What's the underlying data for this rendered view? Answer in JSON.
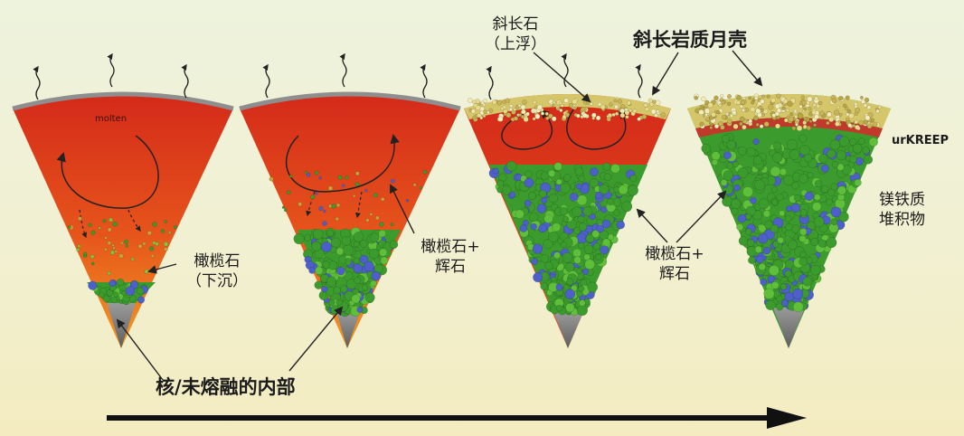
{
  "labels": {
    "molten": "molten",
    "olivine_sink": [
      "橄榄石",
      "（下沉）"
    ],
    "olivine_pyroxene_1": [
      "橄榄石+",
      "辉石"
    ],
    "plagioclase_float": [
      "斜长石",
      "（上浮）"
    ],
    "anorthosite_crust": "斜长岩质月壳",
    "olivine_pyroxene_2": [
      "橄榄石+",
      "辉石"
    ],
    "urkreep": "urKREEP",
    "mafic_cumulates": [
      "镁铁质",
      "堆积物"
    ],
    "core": "核/未熔融的内部"
  },
  "colors": {
    "magma_top": "#d9301b",
    "magma_bottom": "#f08a1e",
    "olivine": "#3c9b2d",
    "pyroxene": "#4d5fc8",
    "plagioclase": "#d6c66a",
    "core": "#7a7a7a",
    "kreep": "#c0392b"
  }
}
